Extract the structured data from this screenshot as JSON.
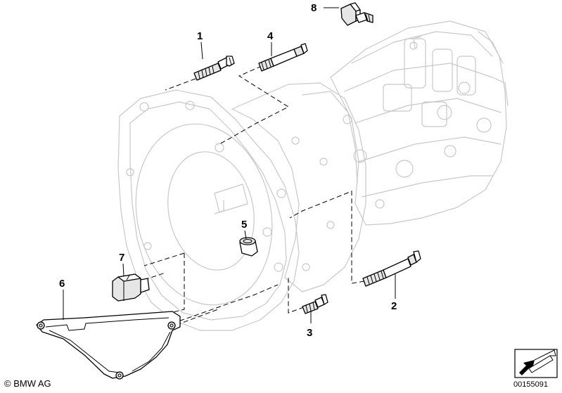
{
  "callouts": [
    {
      "id": "1",
      "label": "1"
    },
    {
      "id": "2",
      "label": "2"
    },
    {
      "id": "3",
      "label": "3"
    },
    {
      "id": "4",
      "label": "4"
    },
    {
      "id": "5",
      "label": "5"
    },
    {
      "id": "6",
      "label": "6"
    },
    {
      "id": "7",
      "label": "7"
    },
    {
      "id": "8",
      "label": "8"
    }
  ],
  "footer": {
    "copyright": "© BMW AG",
    "diagram_number": "00155091"
  },
  "icons": {
    "copyright": "copyright-icon",
    "arrow_badge": "arrow-badge-icon"
  }
}
